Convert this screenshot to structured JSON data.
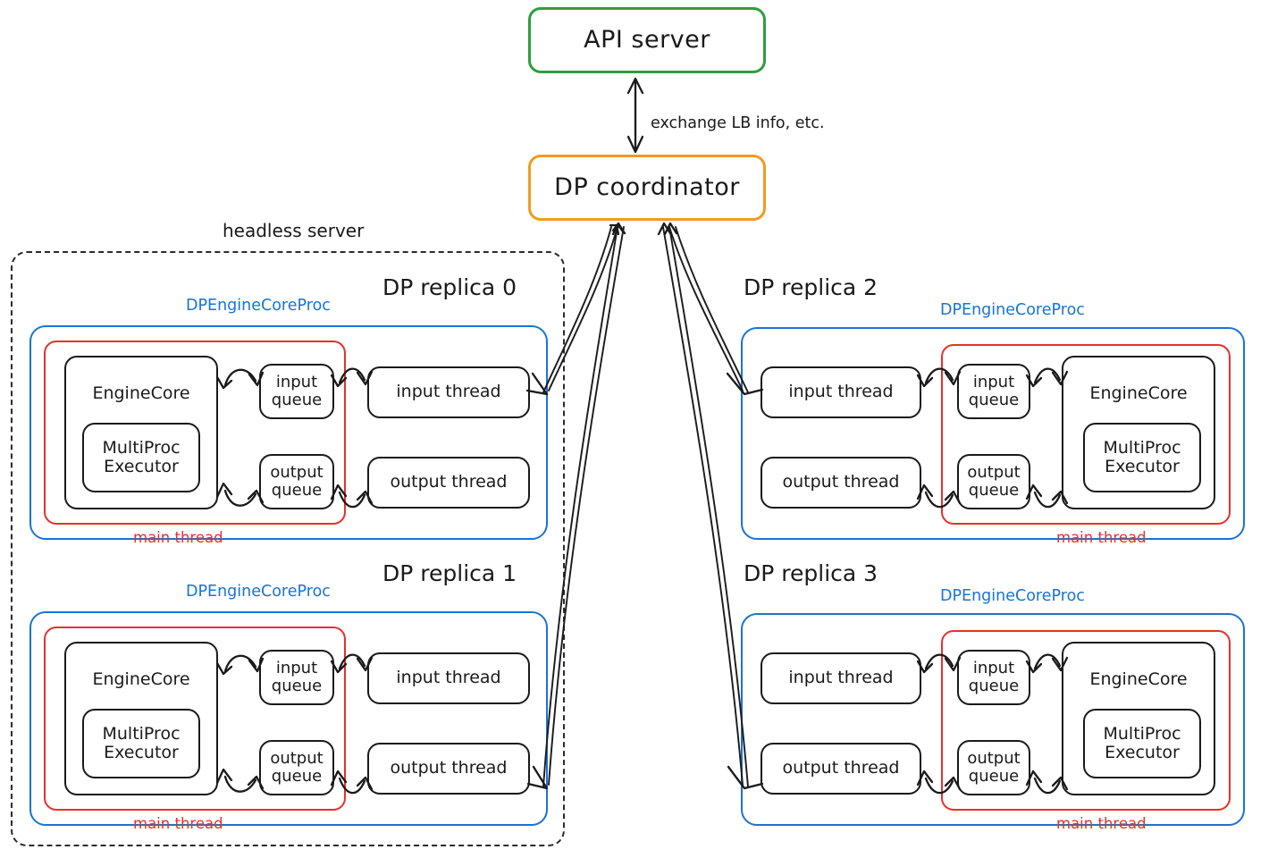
{
  "diagram": {
    "title_nodes": {
      "api_server": "API server",
      "dp_coordinator": "DP coordinator"
    },
    "edge_label": "exchange LB info, etc.",
    "headless_server_label": "headless server",
    "colors": {
      "api_server_border": "#2E9E3E",
      "coordinator_border": "#F29A1E",
      "process_border": "#1A73D4",
      "main_thread_border": "#E8302A",
      "default_stroke": "#1A1A1A",
      "background": "#FFFFFF"
    },
    "common": {
      "proc_label": "DPEngineCoreProc",
      "main_thread_label": "main thread",
      "engine_core": "EngineCore",
      "multiproc_executor_line1": "MultiProc",
      "multiproc_executor_line2": "Executor",
      "input_queue_line1": "input",
      "input_queue_line2": "queue",
      "output_queue_line1": "output",
      "output_queue_line2": "queue",
      "input_thread": "input thread",
      "output_thread": "output thread"
    },
    "replicas": [
      {
        "id": 0,
        "title": "DP replica 0",
        "orientation": "core-left",
        "inside_headless": true
      },
      {
        "id": 1,
        "title": "DP replica 1",
        "orientation": "core-left",
        "inside_headless": true
      },
      {
        "id": 2,
        "title": "DP replica 2",
        "orientation": "core-right",
        "inside_headless": false
      },
      {
        "id": 3,
        "title": "DP replica 3",
        "orientation": "core-right",
        "inside_headless": false
      }
    ]
  }
}
